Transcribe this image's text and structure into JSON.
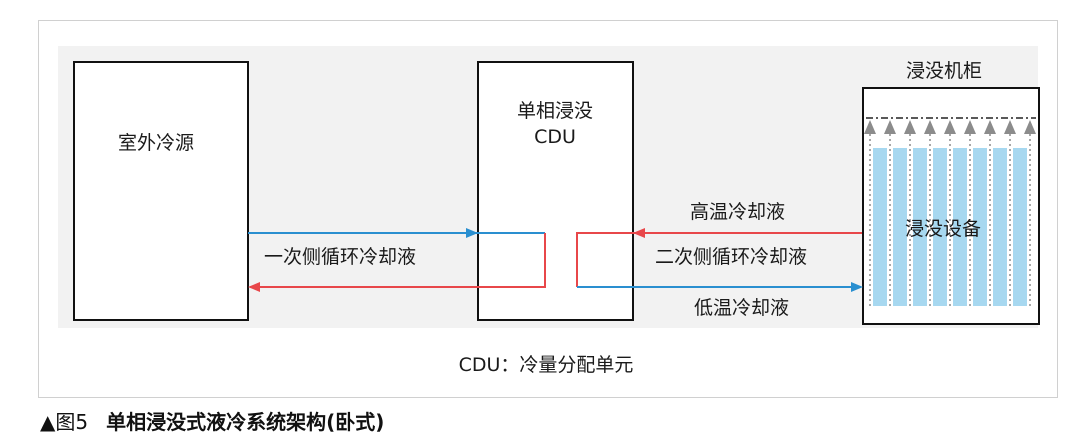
{
  "diagram": {
    "outdoor_source": "室外冷源",
    "cdu_line1": "单相浸没",
    "cdu_line2": "CDU",
    "cabinet_title": "浸没机柜",
    "equipment": "浸没设备",
    "primary_loop": "一次侧循环冷却液",
    "secondary_loop": "二次侧循环冷却液",
    "hot_coolant": "高温冷却液",
    "cold_coolant": "低温冷却液",
    "cdu_definition": "CDU：冷量分配单元"
  },
  "caption": {
    "figure_no": "▲图5",
    "title": "单相浸没式液冷系统架构(卧式)"
  },
  "colors": {
    "blue_line": "#2a8fd0",
    "red_line": "#e8474a",
    "blade": "#a7d8f0",
    "dotted_arrow": "#8c8c8c"
  }
}
